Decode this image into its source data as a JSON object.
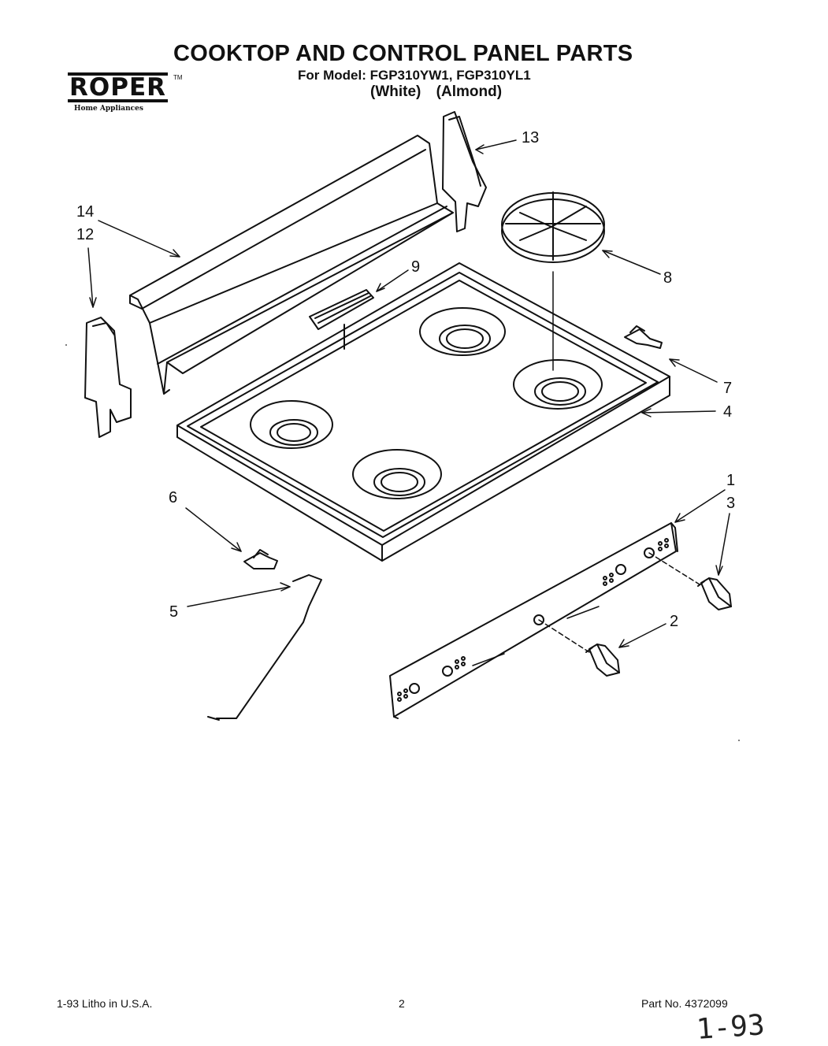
{
  "header": {
    "title": "COOKTOP AND CONTROL PANEL PARTS",
    "model_line": "For Model: FGP310YW1, FGP310YL1",
    "color_white": "(White)",
    "color_almond": "(Almond)"
  },
  "brand": {
    "name": "ROPER",
    "tm": "TM",
    "subtitle": "Home Appliances"
  },
  "callouts": [
    "13",
    "14",
    "12",
    "9",
    "8",
    "7",
    "4",
    "1",
    "3",
    "6",
    "5",
    "2"
  ],
  "footer": {
    "litho": "1-93  Litho in U.S.A.",
    "page": "2",
    "part_no": "Part No. 4372099",
    "handwritten": "1-93"
  }
}
